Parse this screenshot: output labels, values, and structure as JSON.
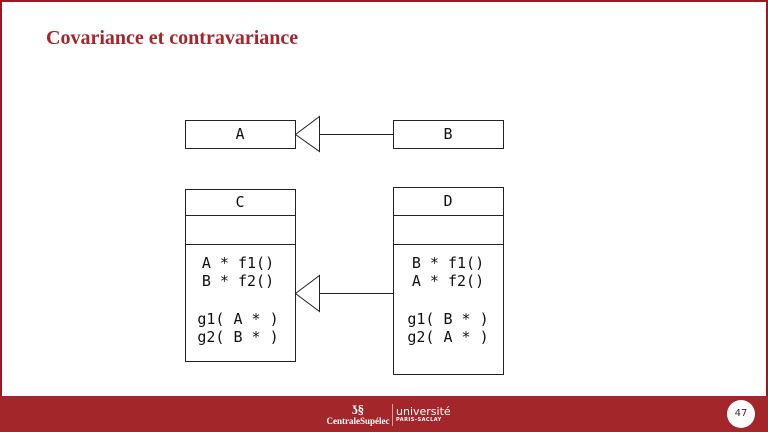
{
  "slide": {
    "title": "Covariance et contravariance",
    "page_number": "47"
  },
  "diagram": {
    "A": {
      "name": "A"
    },
    "B": {
      "name": "B"
    },
    "C": {
      "name": "C",
      "methods": [
        "A * f1()",
        "B * f2()",
        "",
        "g1( A * )",
        "g2( B * )"
      ]
    },
    "D": {
      "name": "D",
      "methods": [
        "B * f1()",
        "A * f2()",
        "",
        "g1( B * )",
        "g2( A * )"
      ]
    }
  },
  "footer": {
    "logo_left": "CentraleSupélec",
    "logo_right_top": "université",
    "logo_right_bottom": "PARIS-SACLAY"
  },
  "colors": {
    "accent": "#a3262b"
  }
}
